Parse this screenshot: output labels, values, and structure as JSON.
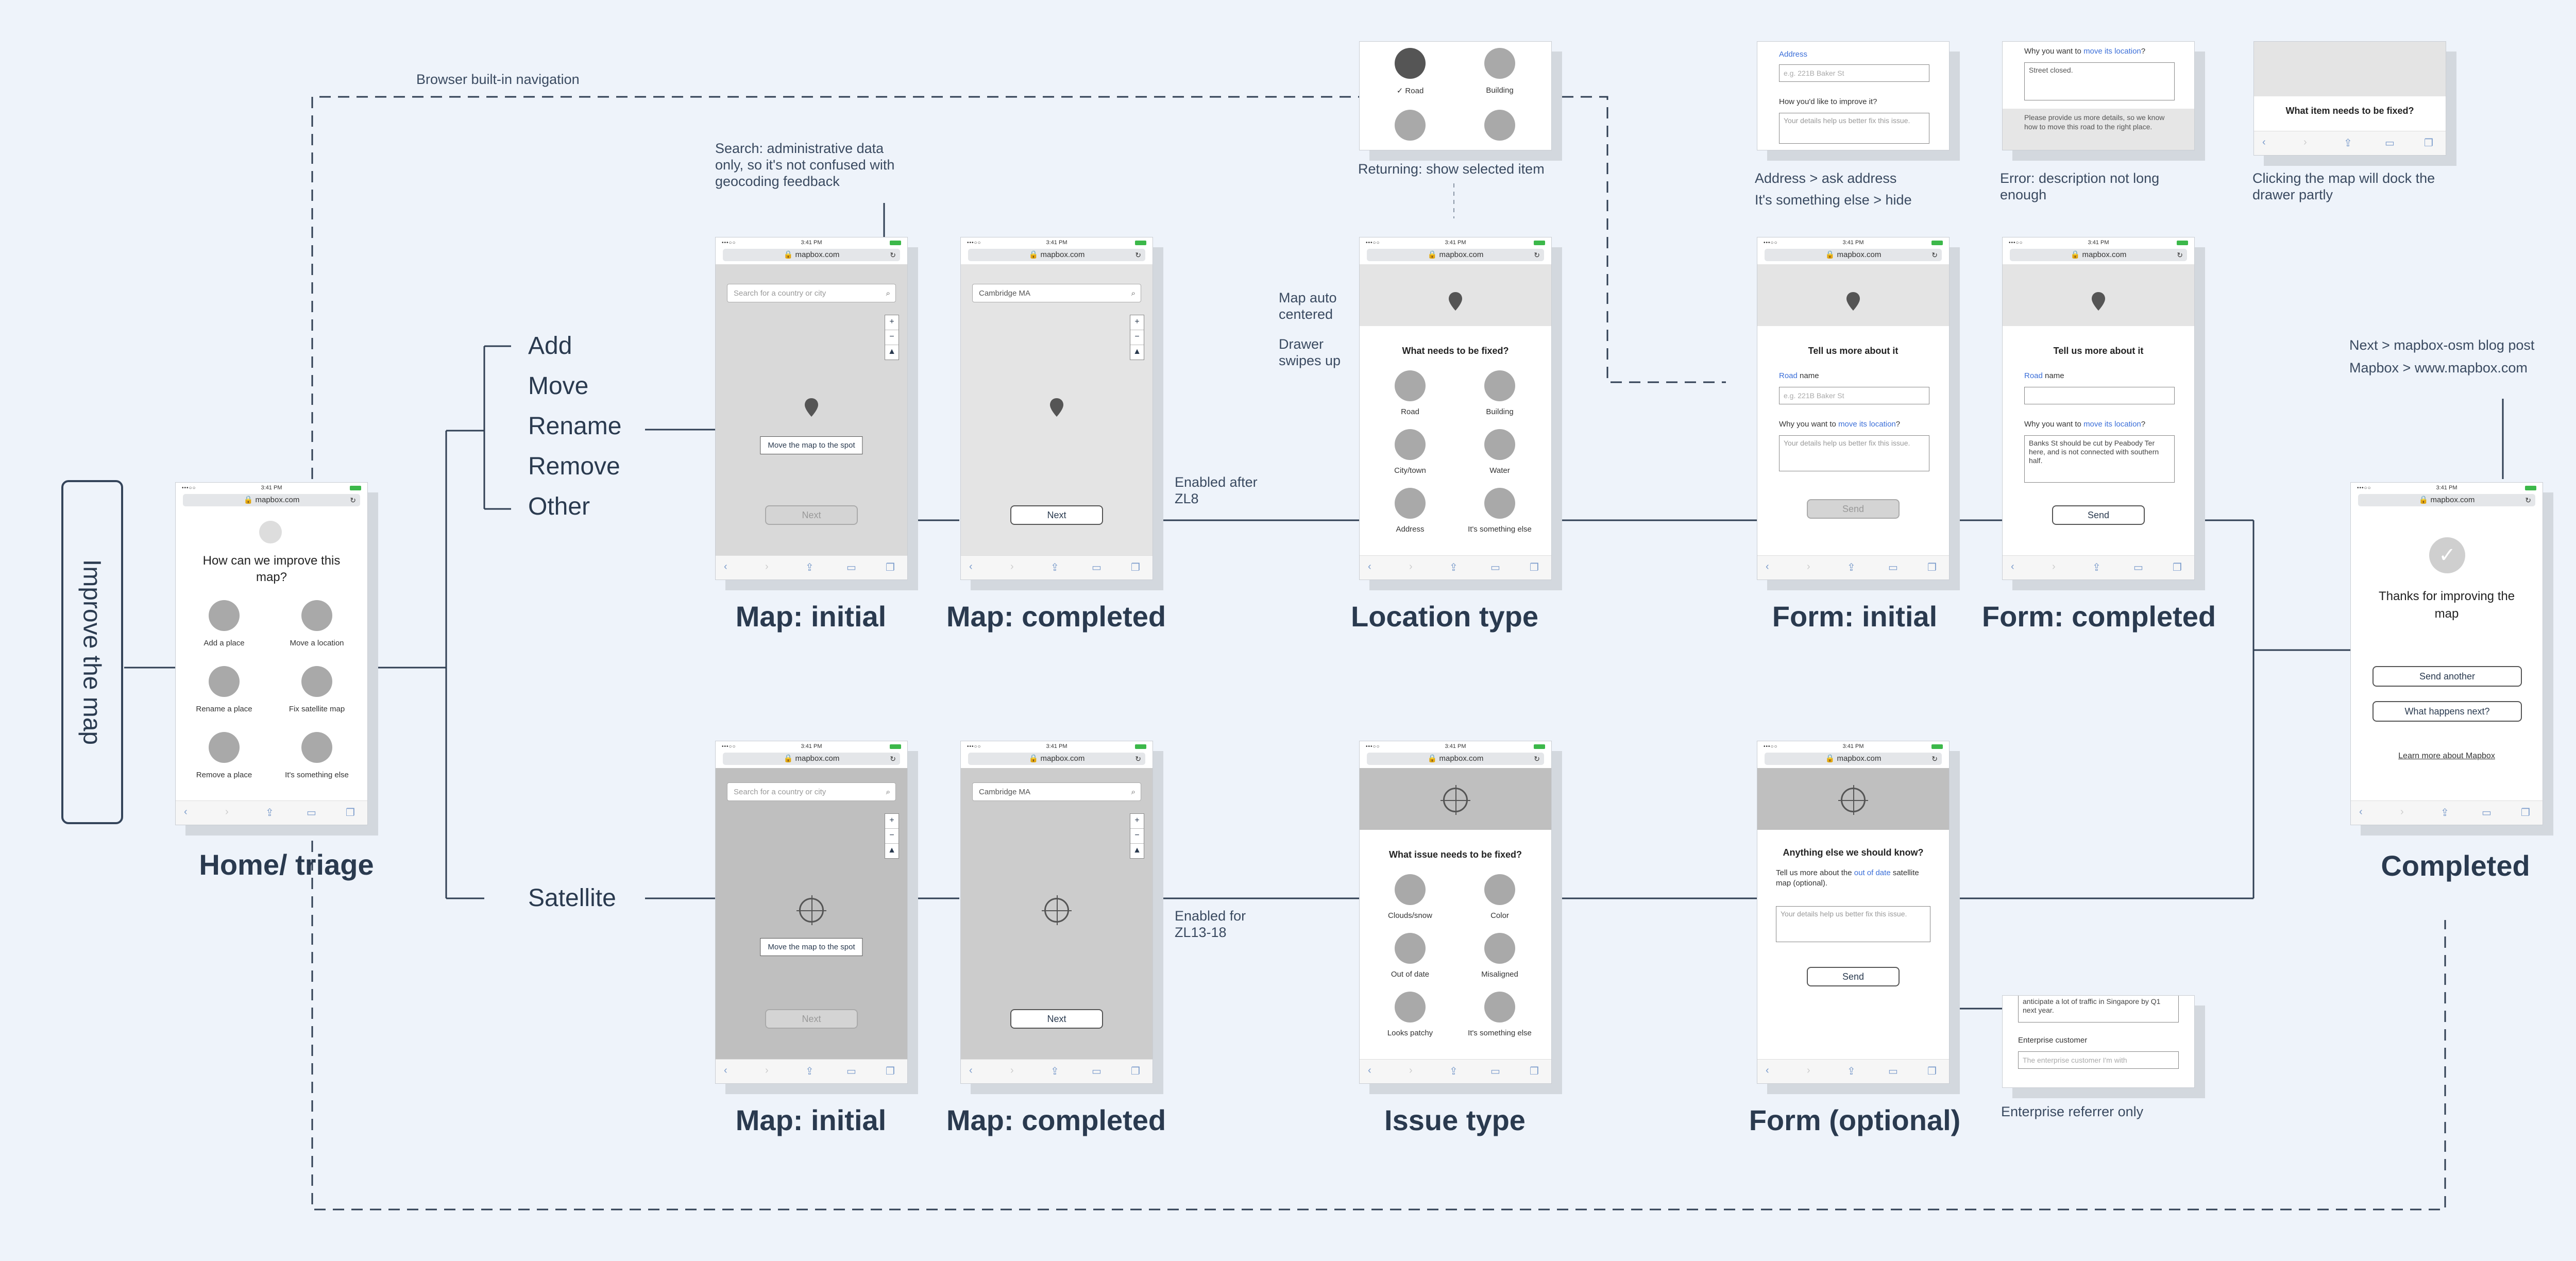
{
  "title": "Improve the map",
  "notes": {
    "browser_nav": "Browser built-in navigation",
    "search_note": "Search: administrative data only, so it's not confused with geocoding feedback",
    "enabled_zl8": "Enabled after ZL8",
    "enabled_zl13": "Enabled for ZL13-18",
    "map_auto": "Map auto centered",
    "drawer_swipe": "Drawer swipes up",
    "returning": "Returning: show selected item",
    "address_ask": "Address > ask address",
    "something_else": "It's something else > hide",
    "error_desc": "Error: description not long enough",
    "clicking_map": "Clicking the map will dock the drawer partly",
    "next_blog": "Next > mapbox-osm blog post",
    "mapbox_www": "Mapbox > www.mapbox.com",
    "enterprise_only": "Enterprise referrer only"
  },
  "branches": {
    "add": "Add",
    "move": "Move",
    "rename": "Rename",
    "remove": "Remove",
    "other": "Other",
    "satellite": "Satellite"
  },
  "labels": {
    "home": "Home/ triage",
    "map_initial": "Map: initial",
    "map_completed": "Map: completed",
    "location_type": "Location type",
    "form_initial": "Form: initial",
    "form_completed": "Form: completed",
    "completed": "Completed",
    "issue_type": "Issue type",
    "form_optional": "Form (optional)"
  },
  "phone": {
    "time": "3:41 PM",
    "url": "mapbox.com",
    "signal": "•••○○"
  },
  "home": {
    "question": "How can we improve this map?",
    "options": [
      "Add a place",
      "Move a location",
      "Rename a place",
      "Fix satellite map",
      "Remove a place",
      "It's something else"
    ]
  },
  "map": {
    "search_placeholder": "Search for a country or city",
    "search_value": "Cambridge MA",
    "tooltip": "Move the map to the spot",
    "next": "Next"
  },
  "location": {
    "title": "What needs to be fixed?",
    "options": [
      "Road",
      "Building",
      "City/town",
      "Water",
      "Address",
      "It's something else"
    ],
    "top_selected": "✓ Road",
    "top_other": "Building"
  },
  "issue": {
    "title": "What issue needs to be fixed?",
    "options": [
      "Clouds/snow",
      "Color",
      "Out of date",
      "Misaligned",
      "Looks patchy",
      "It's something else"
    ]
  },
  "form": {
    "title": "Tell us more about it",
    "road_word": "Road",
    "name_word": " name",
    "name_placeholder": "e.g. 221B Baker St",
    "why_prefix": "Why you want to ",
    "why_link": "move its location",
    "why_suffix": "?",
    "details_placeholder": "Your details help us better fix this issue.",
    "send": "Send",
    "completed_text": "Banks St should be cut by Peabody Ter here, and is not connected with southern half.",
    "address_label": "Address",
    "how_improve": "How you'd like to improve it?",
    "error_input": "Street closed.",
    "error_msg": "Please provide us more details, so we know how to move this road to the right place.",
    "drawer_title": "What item needs to be fixed?"
  },
  "optional": {
    "title": "Anything else we should know?",
    "intro_prefix": "Tell us more about the ",
    "intro_link": "out of date",
    "intro_suffix": " satellite map (optional).",
    "details_placeholder": "Your details help us better fix this issue.",
    "send": "Send",
    "enterprise_text": "anticipate a lot of traffic in Singapore by Q1 next year.",
    "enterprise_label": "Enterprise customer",
    "enterprise_placeholder": "The enterprise customer I'm with"
  },
  "completed": {
    "text": "Thanks for improving the map",
    "send_another": "Send another",
    "what_next": "What happens next?",
    "learn": "Learn more about Mapbox"
  }
}
